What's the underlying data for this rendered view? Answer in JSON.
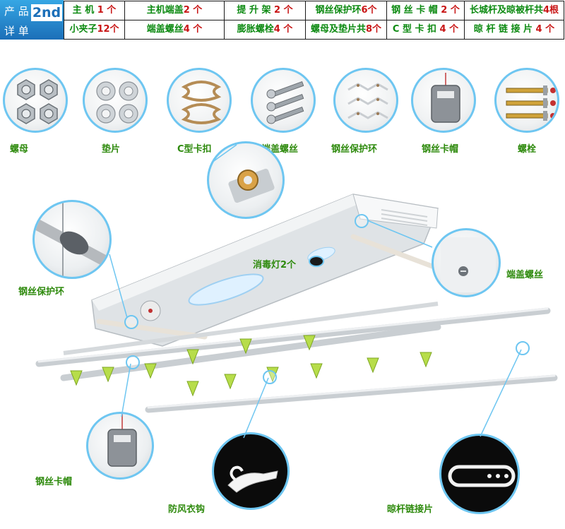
{
  "header": {
    "brand": {
      "line1": "产 品",
      "line2": "详 单",
      "badge": "2nd"
    },
    "row1": [
      {
        "label": "主 机 ",
        "num": "1 个"
      },
      {
        "label": "主机端盖",
        "num": "2 个"
      },
      {
        "label": "提 升 架 ",
        "num": "2 个"
      },
      {
        "label": "钢丝保护环",
        "num": "6个"
      },
      {
        "label": "钢 丝 卡 帽 ",
        "num": "2 个"
      },
      {
        "label": "长城杆及晾被杆共",
        "num": "4根"
      }
    ],
    "row2": [
      {
        "label": "小夹子",
        "num": "12个"
      },
      {
        "label": "端盖螺丝",
        "num": "4 个"
      },
      {
        "label": "膨胀螺栓",
        "num": "4 个"
      },
      {
        "label": "螺母及垫片共",
        "num": "8个"
      },
      {
        "label": "C 型 卡 扣 ",
        "num": "4 个"
      },
      {
        "label": "晾 杆 链 接 片 ",
        "num": "4 个"
      }
    ]
  },
  "parts": [
    {
      "name": "螺母"
    },
    {
      "name": "垫片"
    },
    {
      "name": "C型卡扣"
    },
    {
      "name": "端盖螺丝"
    },
    {
      "name": "钢丝保护环"
    },
    {
      "name": "钢丝卡帽"
    },
    {
      "name": "螺栓"
    }
  ],
  "callouts": {
    "guard_ring": "钢丝保护环",
    "uv_lamp": "消毒灯2个",
    "end_screw": "端盖螺丝",
    "wire_cap": "钢丝卡帽",
    "clip": "防风衣钩",
    "link_plate": "晾杆链接片"
  },
  "colors": {
    "brand_blue": "#1b6fb8",
    "label_green": "#2e8a0d",
    "num_red": "#c81414",
    "ring_blue": "#6ec6f1"
  }
}
